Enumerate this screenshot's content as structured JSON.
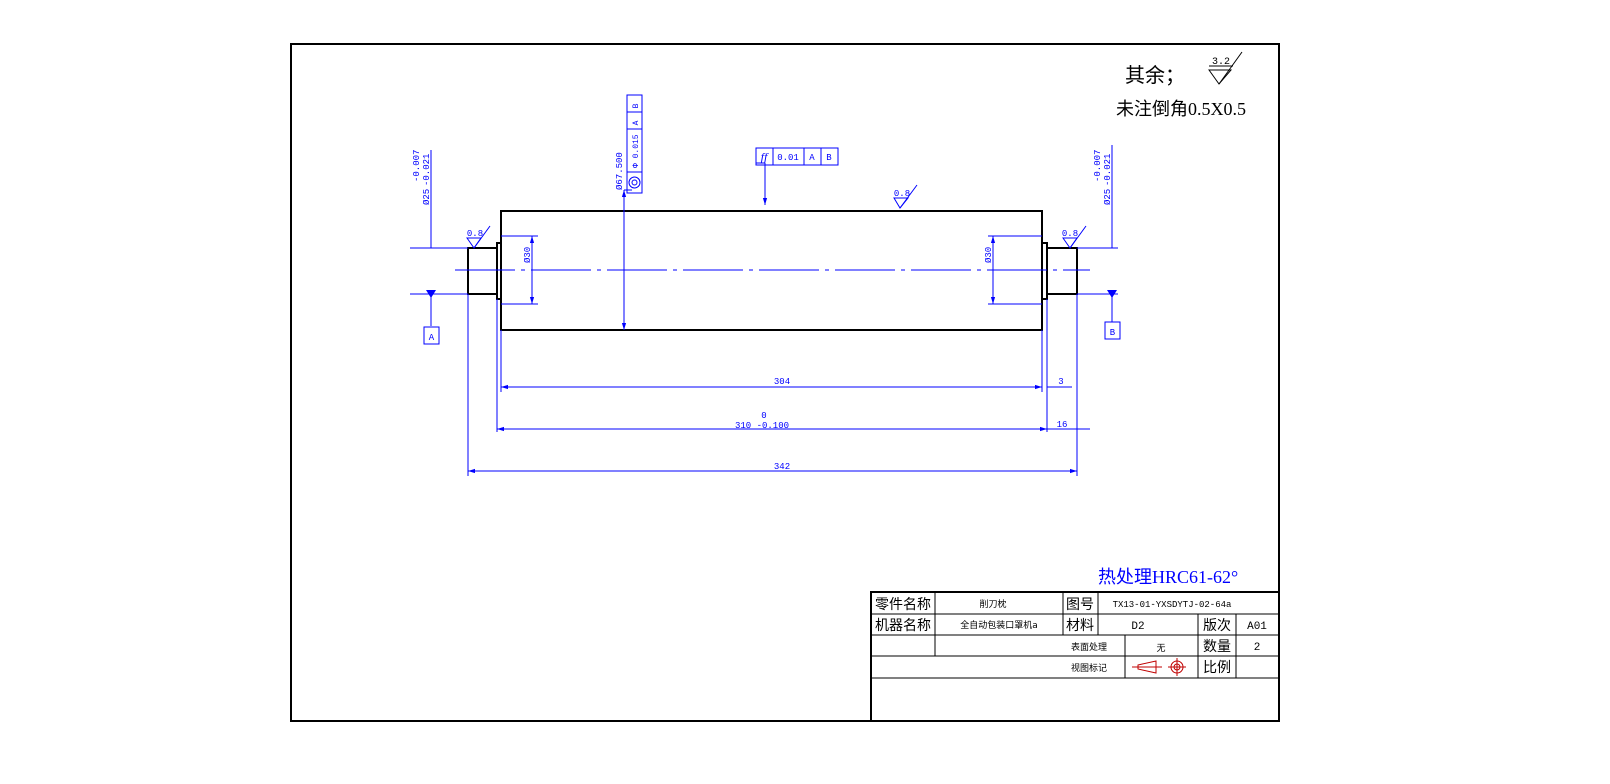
{
  "notes": {
    "rest_label": "其余；",
    "rest_roughness": "3.2",
    "chamfer": "未注倒角0.5X0.5",
    "heat_treatment": "热处理HRC61-62°"
  },
  "dimensions": {
    "left_shaft_dia": "Ø25",
    "left_shaft_tol_upper": "-0.007",
    "left_shaft_tol_lower": "-0.021",
    "right_shaft_dia": "Ø25",
    "right_shaft_tol_upper": "-0.007",
    "right_shaft_tol_lower": "-0.021",
    "body_dia": "Ø67.500",
    "bore_left": "Ø30",
    "bore_right": "Ø30",
    "len_304": "304",
    "len_3": "3",
    "len_310_upper": "0",
    "len_310": "310 -0.100",
    "len_16": "16",
    "len_342": "342"
  },
  "roughness": {
    "top": "0.8",
    "left": "0.8",
    "right": "0.8"
  },
  "datums": {
    "a": "A",
    "b": "B"
  },
  "gdt": {
    "runout_symbol": "ff",
    "runout_value": "0.01",
    "runout_ref1": "A",
    "runout_ref2": "B",
    "conc_value": "Φ 0.015",
    "conc_ref1": "A",
    "conc_ref2": "B"
  },
  "title_block": {
    "part_name_label": "零件名称",
    "part_name": "削刀枕",
    "drawing_no_label": "图号",
    "drawing_no": "TX13-01-YXSDYTJ-02-64a",
    "machine_name_label": "机器名称",
    "machine_name": "全自动包装口罩机a",
    "material_label": "材料",
    "material": "D2",
    "version_label": "版次",
    "version": "A01",
    "surface_label": "表面处理",
    "surface": "无",
    "qty_label": "数量",
    "qty": "2",
    "view_label": "视图标记",
    "scale_label": "比例",
    "scale": ""
  },
  "colors": {
    "dimension": "#0000ff",
    "outline": "#000000"
  }
}
